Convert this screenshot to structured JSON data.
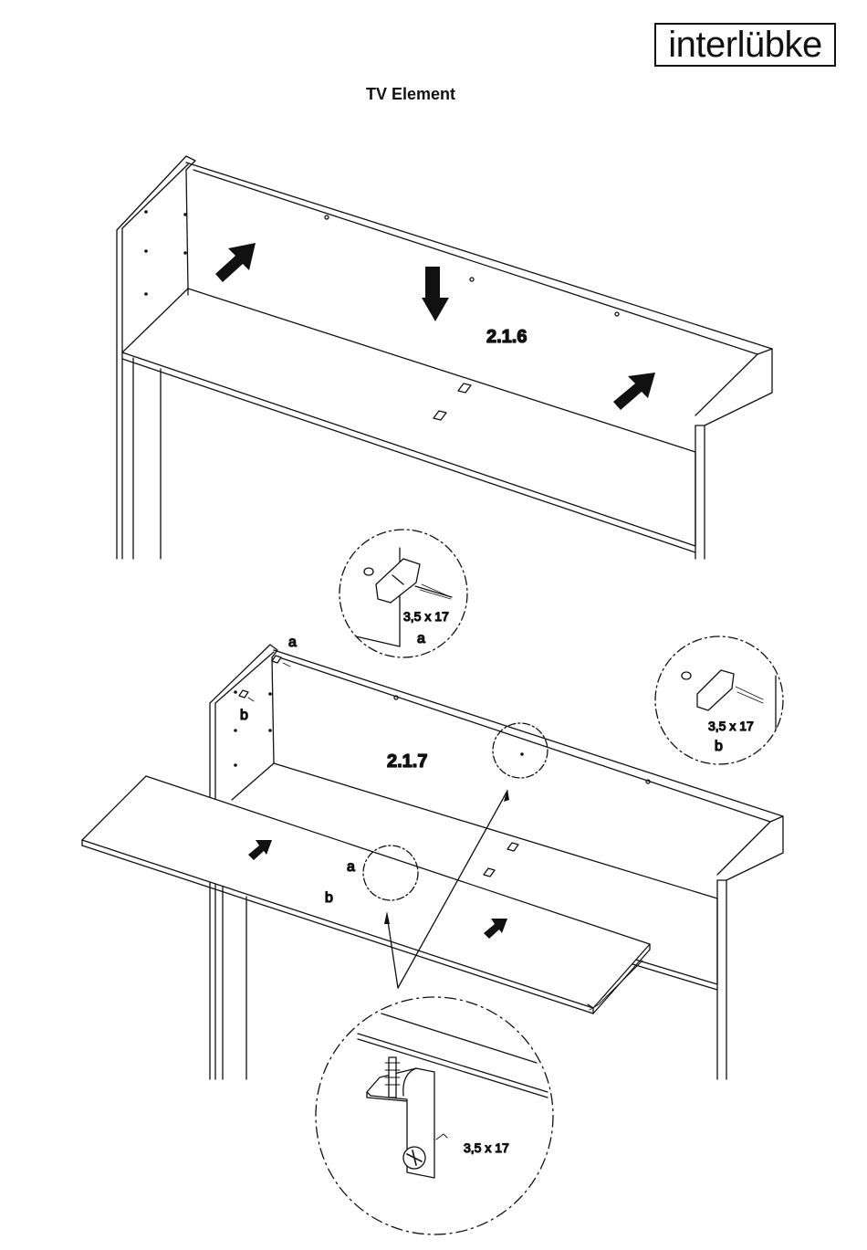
{
  "brand": {
    "logo_text": "interlübke"
  },
  "document": {
    "title": "TV Element"
  },
  "steps": [
    {
      "number": "2.1.6"
    },
    {
      "number": "2.1.7"
    }
  ],
  "callouts": {
    "detail_a": {
      "screw": "3,5 x 17",
      "label": "a"
    },
    "detail_b": {
      "screw": "3,5 x 17",
      "label": "b"
    },
    "detail_bottom": {
      "screw": "3,5 x 17"
    },
    "marker_a_top": "a",
    "marker_b_side": "b",
    "marker_a_shelf": "a",
    "marker_b_shelf": "b"
  }
}
